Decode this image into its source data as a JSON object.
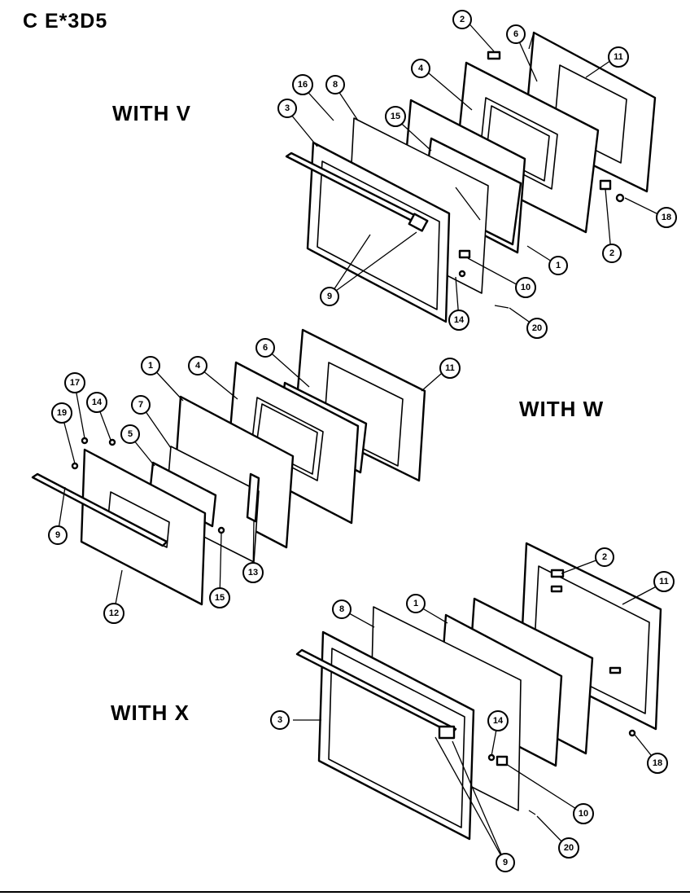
{
  "title": "C E*3D5",
  "sections": {
    "v": {
      "label": "WITH V"
    },
    "w": {
      "label": "WITH W"
    },
    "x": {
      "label": "WITH X"
    }
  },
  "callouts": {
    "v_2a": "2",
    "v_6": "6",
    "v_11": "11",
    "v_4": "4",
    "v_16": "16",
    "v_8": "8",
    "v_3": "3",
    "v_15": "15",
    "v_18": "18",
    "v_2b": "2",
    "v_1": "1",
    "v_10": "10",
    "v_9": "9",
    "v_14": "14",
    "v_20": "20",
    "w_1": "1",
    "w_4": "4",
    "w_6": "6",
    "w_11": "11",
    "w_17": "17",
    "w_14": "14",
    "w_19": "19",
    "w_5": "5",
    "w_7": "7",
    "w_9": "9",
    "w_13": "13",
    "w_15": "15",
    "w_12": "12",
    "x_2": "2",
    "x_11": "11",
    "x_8": "8",
    "x_1": "1",
    "x_3": "3",
    "x_14": "14",
    "x_18": "18",
    "x_10": "10",
    "x_20": "20",
    "x_9": "9"
  }
}
